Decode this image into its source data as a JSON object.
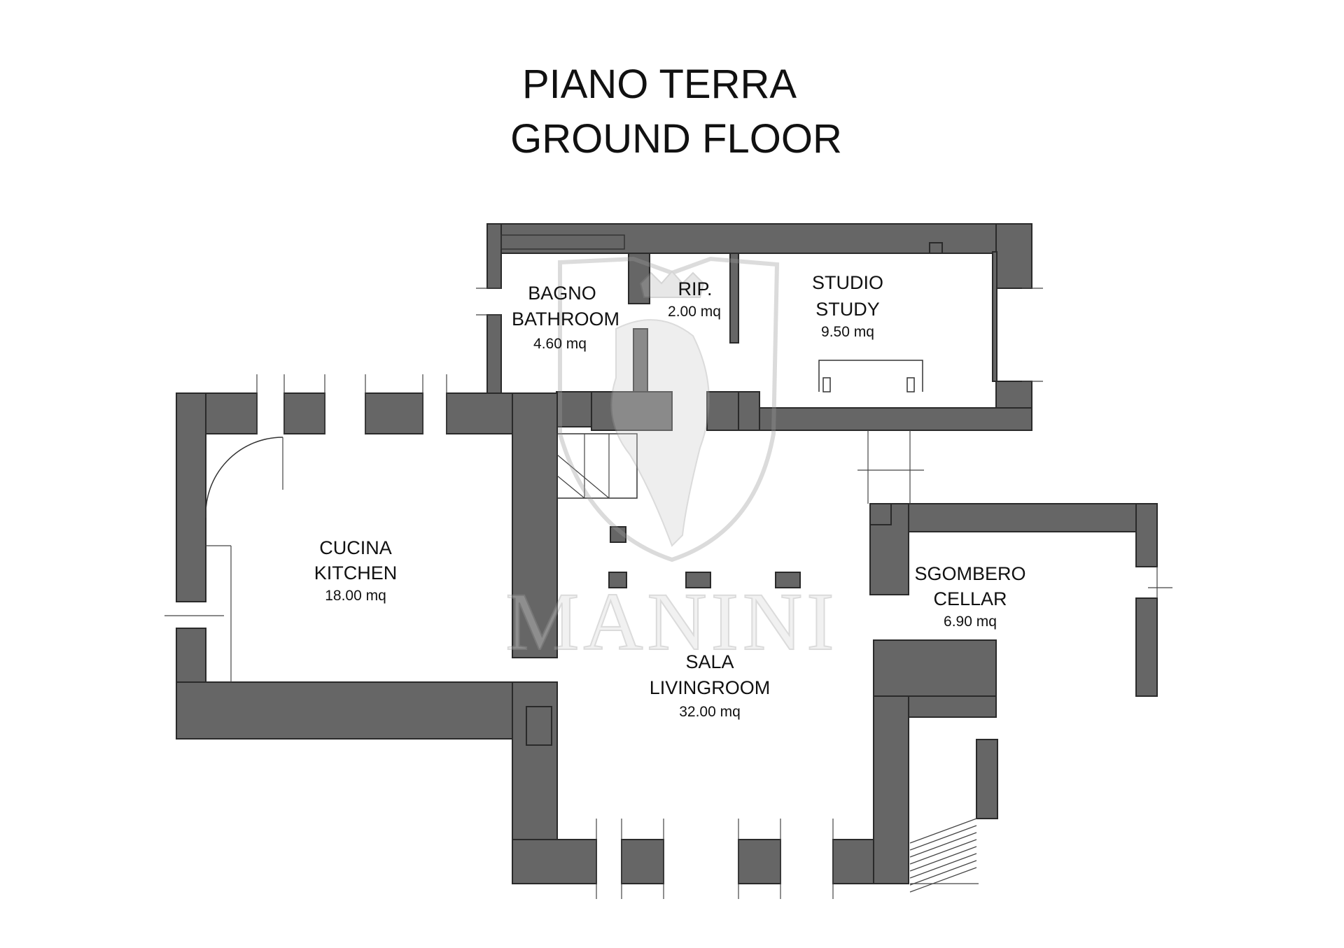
{
  "title": {
    "line1": "PIANO TERRA",
    "line2": "GROUND FLOOR"
  },
  "rooms": {
    "bathroom": {
      "name_it": "BAGNO",
      "name_en": "BATHROOM",
      "area": "4.60 mq"
    },
    "storage": {
      "name": "RIP.",
      "area": "2.00 mq"
    },
    "study": {
      "name_it": "STUDIO",
      "name_en": "STUDY",
      "area": "9.50 mq"
    },
    "kitchen": {
      "name_it": "CUCINA",
      "name_en": "KITCHEN",
      "area": "18.00 mq"
    },
    "cellar": {
      "name_it": "SGOMBERO",
      "name_en": "CELLAR",
      "area": "6.90 mq"
    },
    "living": {
      "name_it": "SALA",
      "name_en": "LIVINGROOM",
      "area": "32.00 mq"
    }
  },
  "watermark": {
    "text": "MANINI"
  },
  "colors": {
    "wall": "#666666",
    "background": "#ffffff",
    "text": "#111111"
  }
}
